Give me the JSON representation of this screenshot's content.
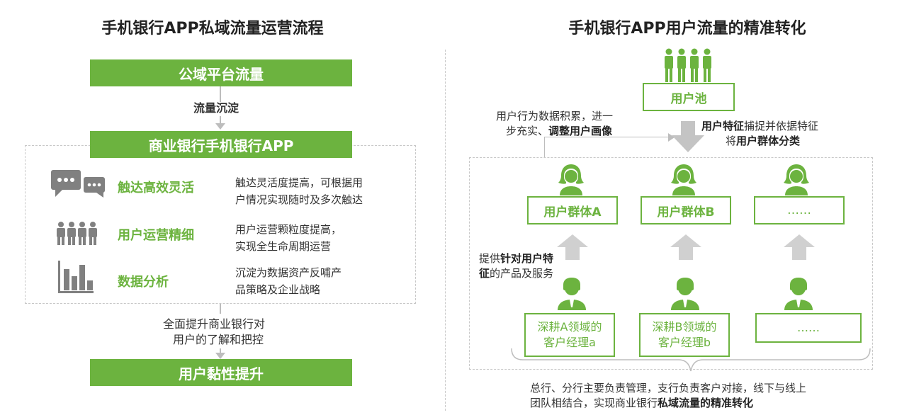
{
  "left": {
    "title": "手机银行APP私域流量运营流程",
    "top_bar": "公域平台流量",
    "sediment": "流量沉淀",
    "app_bar": "商业银行手机银行APP",
    "features": [
      {
        "icon": "chat-bubbles-icon",
        "label": "触达高效灵活",
        "desc1": "触达灵活度提高，可根据用",
        "desc2": "户情况实现随时及多次触达"
      },
      {
        "icon": "people-group-icon",
        "label": "用户运营精细",
        "desc1": "用户运营颗粒度提高，",
        "desc2": "实现全生命周期运营"
      },
      {
        "icon": "bar-chart-icon",
        "label": "数据分析",
        "desc1": "沉淀为数据资产反哺产",
        "desc2": "品策略及企业战略"
      }
    ],
    "improve1": "全面提升商业银行对",
    "improve2": "用户的了解和把控",
    "bottom_bar": "用户黏性提升"
  },
  "right": {
    "title": "手机银行APP用户流量的精准转化",
    "pool": "用户池",
    "behavior1": "用户行为数据积累，进一",
    "behavior2_plain": "步充实、",
    "behavior2_bold": "调整用户画像",
    "feature1_bold": "用户特征",
    "feature1_plain": "捕捉并依据特征",
    "feature2_plain": "将",
    "feature2_bold": "用户群体分类",
    "groups": [
      "用户群体A",
      "用户群体B",
      "……"
    ],
    "provide1_plain": "提供",
    "provide1_bold": "针对用户特",
    "provide2_bold": "征",
    "provide2_plain": "的产品及服务",
    "managers": [
      {
        "line1": "深耕A领域的",
        "line2": "客户经理a"
      },
      {
        "line1": "深耕B领域的",
        "line2": "客户经理b"
      },
      {
        "line1": "……",
        "line2": ""
      }
    ],
    "bottom1": "总行、分行主要负责管理，支行负责客户对接，线下与线上",
    "bottom2_plain": "团队相结合，实现商业银行",
    "bottom2_bold": "私域流量的精准转化"
  },
  "colors": {
    "green": "#6cb33f",
    "gray": "#bdbdbd",
    "icon_gray": "#808080"
  }
}
